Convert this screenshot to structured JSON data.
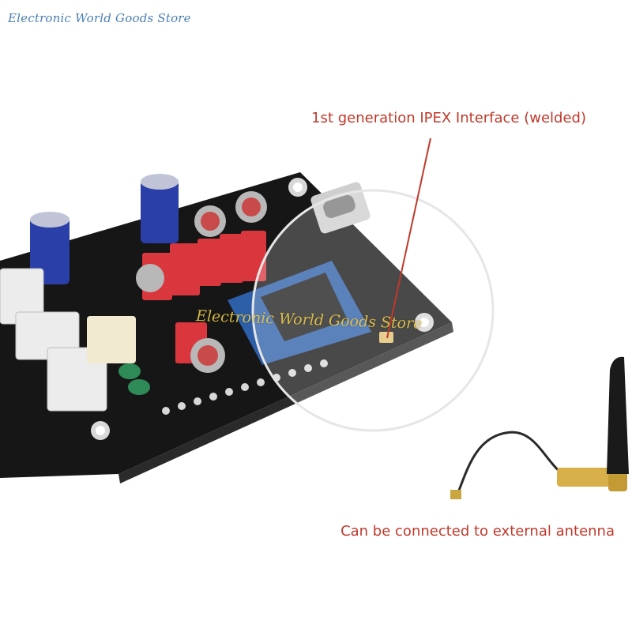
{
  "store_watermark": "Electronic World Goods Store",
  "callouts": {
    "interface_label": "1st generation IPEX Interface (welded)",
    "antenna_label": "Can be connected to external antenna"
  },
  "colors": {
    "callout": "#c0392b",
    "watermark_top": "#4a7fb5",
    "watermark_center": "#e8c84a",
    "pcb": "#161616",
    "capacitor_red": "#d9363e",
    "capacitor_blue": "#2b3fa8"
  }
}
